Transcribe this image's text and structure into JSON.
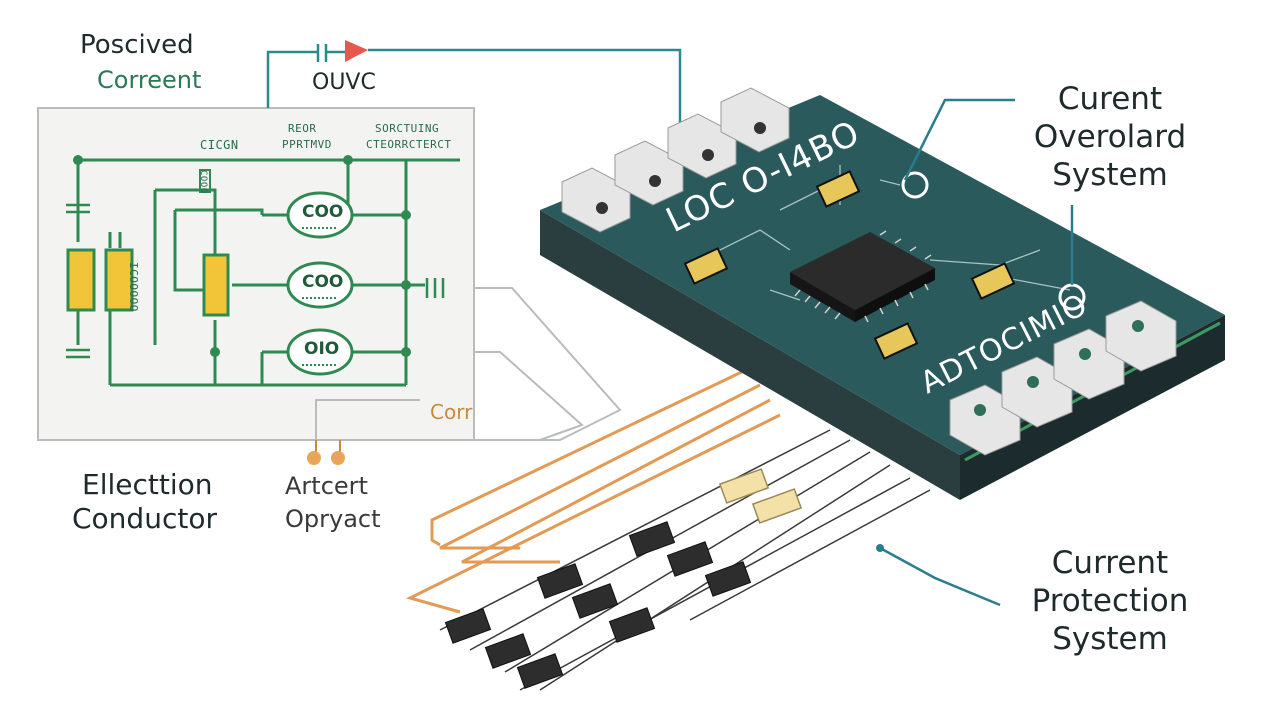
{
  "labels": {
    "top_left_1": "Poscived",
    "top_left_2": "Correent",
    "ouvc": "OUVC",
    "cicgn": "CICGN",
    "reor_1": "REOR",
    "reor_2": "PPRTMVD",
    "sorc_1": "SORCTUING",
    "sorc_2": "CTEORRCTERCT",
    "num_vertical": "ICOOOOO",
    "num_small": "COOO",
    "coo1": "COO",
    "coo2": "COO",
    "oio": "OIO",
    "corr": "Corr",
    "ellection_1": "Ellecttion",
    "ellection_2": "Conductor",
    "artcert_1": "Artcert",
    "artcert_2": "Opryact",
    "pcb_title": "LOC O-I4BO",
    "pcb_bottom": "ADTOCIMIO",
    "overload_1": "Curent",
    "overload_2": "Overolard",
    "overload_3": "System",
    "protection_1": "Current",
    "protection_2": "Protection",
    "protection_3": "System"
  },
  "colors": {
    "pcb_top": "#2b5a5c",
    "pcb_side": "#22393c",
    "trace_green": "#2f8a52",
    "callout_teal": "#2a7d8c",
    "wire_orange": "#e29a55",
    "chip_dark": "#2b2b2b",
    "pad_gold": "#e7c75a",
    "accent_red": "#e8574f"
  }
}
